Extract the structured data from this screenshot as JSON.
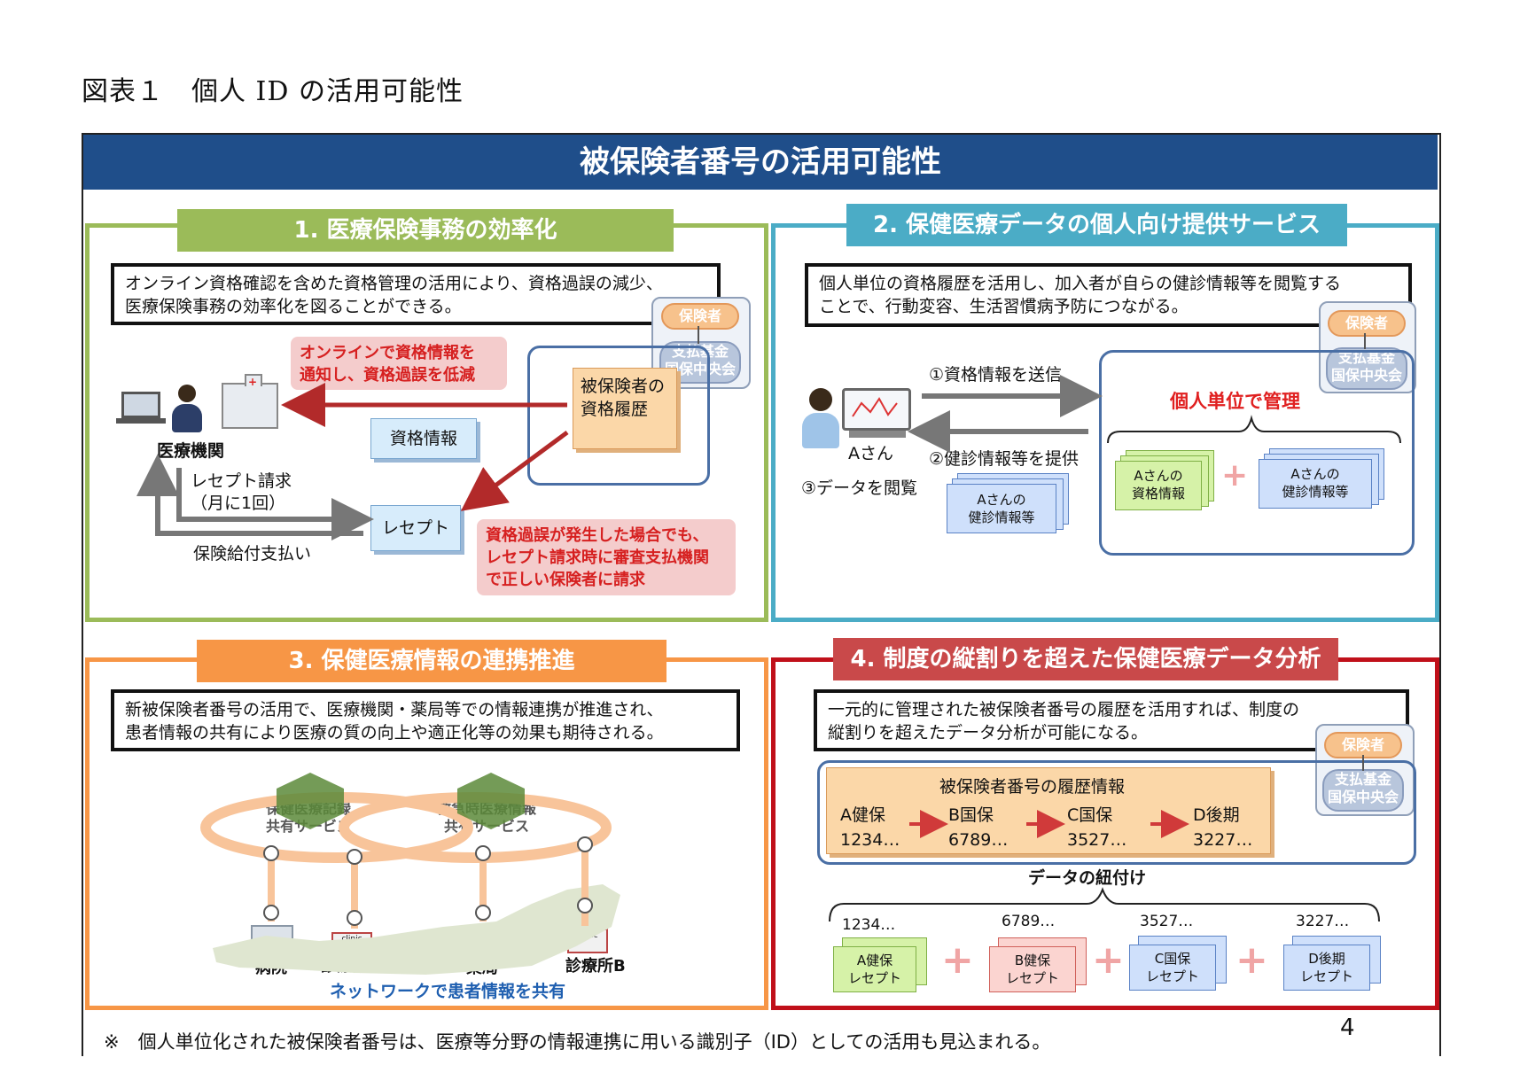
{
  "figure_caption": "図表１　個人 ID の活用可能性",
  "banner_title": "被保険者番号の活用可能性",
  "colors": {
    "banner": "#1f4e8a",
    "panel1": "#9bbb59",
    "panel2": "#4bacc6",
    "panel3": "#f79646",
    "panel4": "#c0101a"
  },
  "panel1": {
    "title": "1. 医療保険事務の効率化",
    "desc_line1": "オンライン資格確認を含めた資格管理の活用により、資格過誤の減少、",
    "desc_line2": "医療保険事務の効率化を図ることができる。",
    "insurer": "保険者",
    "fund": "支払基金",
    "federation": "国保中央会",
    "pink1_line1": "オンラインで資格情報を",
    "pink1_line2": "通知し、資格過誤を低減",
    "history_line1": "被保険者の",
    "history_line2": "資格履歴",
    "qualification_info": "資格情報",
    "medical_institution": "医療機関",
    "receipt_request_line1": "レセプト請求",
    "receipt_request_line2": "（月に1回）",
    "receipt": "レセプト",
    "payment": "保険給付支払い",
    "pink2_line1": "資格過誤が発生した場合でも、",
    "pink2_line2": "レセプト請求時に審査支払機関",
    "pink2_line3": "で正しい保険者に請求"
  },
  "panel2": {
    "title": "2. 保健医療データの個人向け提供サービス",
    "desc_line1": "個人単位の資格履歴を活用し、加入者が自らの健診情報等を閲覧する",
    "desc_line2": "ことで、行動変容、生活習慣病予防につながる。",
    "insurer": "保険者",
    "fund": "支払基金",
    "federation": "国保中央会",
    "step1": "①資格情報を送信",
    "step2": "②健診情報等を提供",
    "step3": "③データを閲覧",
    "person": "Aさん",
    "checkup_line1": "Aさんの",
    "checkup_line2": "健診情報等",
    "managed": "個人単位で管理",
    "qual_line1": "Aさんの",
    "qual_line2": "資格情報",
    "checkup2_line1": "Aさんの",
    "checkup2_line2": "健診情報等"
  },
  "panel3": {
    "title": "3. 保健医療情報の連携推進",
    "desc_line1": "新被保険者番号の活用で、医療機関・薬局等での情報連携が推進され、",
    "desc_line2": "患者情報の共有により医療の質の向上や適正化等の効果も期待される。",
    "service1_line1": "保健医療記録",
    "service1_line2": "共有サービス",
    "service2_line1": "救急時医療情報",
    "service2_line2": "共有サービス",
    "hospital": "病院",
    "clinic_a": "診療所A",
    "pharmacy": "薬局",
    "clinic_b": "診療所B",
    "clinic_sign": "clinic",
    "network": "ネットワークで患者情報を共有"
  },
  "panel4": {
    "title": "4. 制度の縦割りを超えた保健医療データ分析",
    "desc_line1": "一元的に管理された被保険者番号の履歴を活用すれば、制度の",
    "desc_line2": "縦割りを超えたデータ分析が可能になる。",
    "insurer": "保険者",
    "fund": "支払基金",
    "federation": "国保中央会",
    "history_title": "被保険者番号の履歴情報",
    "history": [
      {
        "plan": "A健保",
        "num": "1234…"
      },
      {
        "plan": "B国保",
        "num": "6789…"
      },
      {
        "plan": "C国保",
        "num": "3527…"
      },
      {
        "plan": "D後期",
        "num": "3227…"
      }
    ],
    "link_label": "データの紐付け",
    "receipts": [
      {
        "num": "1234…",
        "line1": "A健保",
        "line2": "レセプト"
      },
      {
        "num": "6789…",
        "line1": "B健保",
        "line2": "レセプト"
      },
      {
        "num": "3527…",
        "line1": "C国保",
        "line2": "レセプト"
      },
      {
        "num": "3227…",
        "line1": "D後期",
        "line2": "レセプト"
      }
    ]
  },
  "footnote": "※　個人単位化された被保険者番号は、医療等分野の情報連携に用いる識別子（ID）としての活用も見込まれる。",
  "page_number": "4"
}
